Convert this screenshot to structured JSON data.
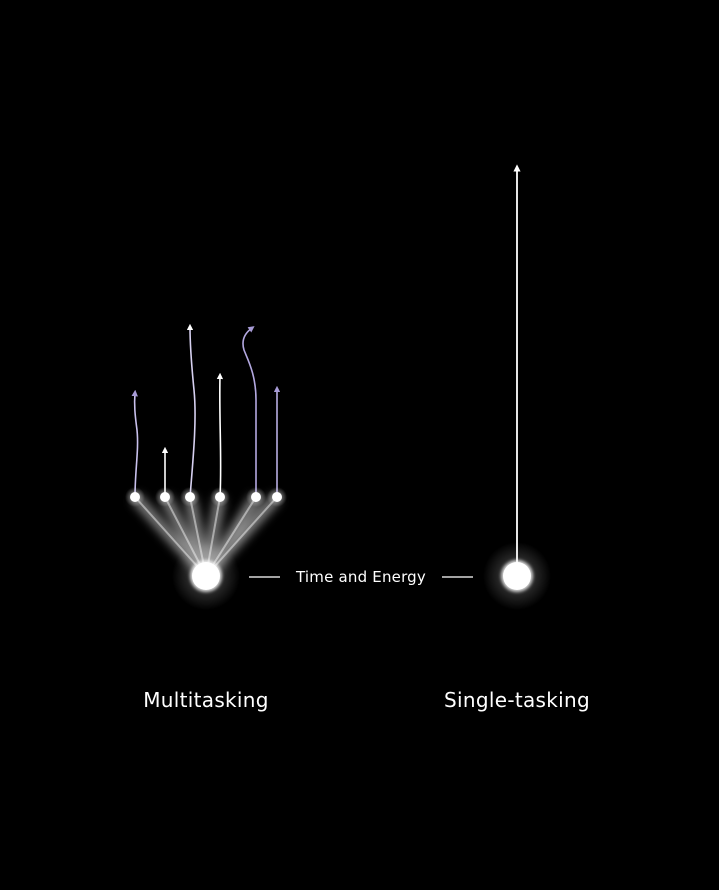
{
  "center_label": "Time and Energy",
  "left_label": "Multitasking",
  "right_label": "Single-tasking",
  "colors": {
    "background": "#000000",
    "primary": "#ffffff",
    "accent": "#a79bd6"
  }
}
